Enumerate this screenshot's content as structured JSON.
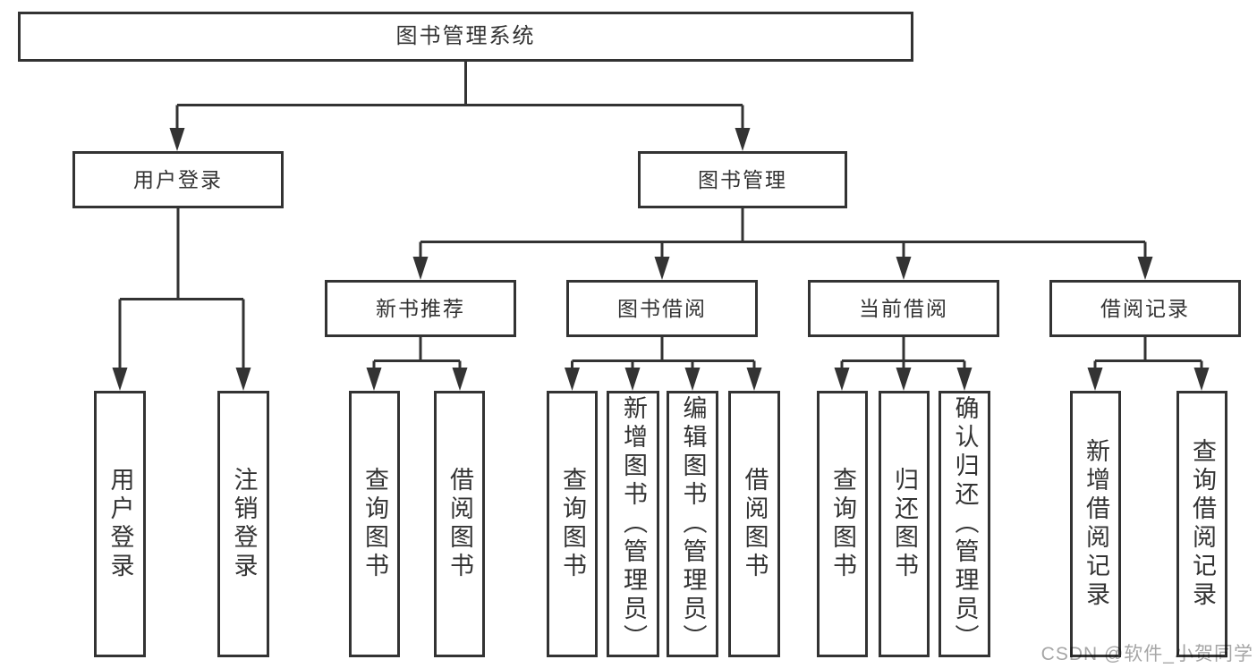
{
  "diagram_title": "图书管理系统",
  "colors": {
    "line": "#333333",
    "text": "#333333",
    "background": "#ffffff",
    "watermark": "#a6a6a6"
  },
  "tree": {
    "root": {
      "label": "图书管理系统",
      "children": [
        {
          "label": "用户登录",
          "children": [
            {
              "label": "用户登录"
            },
            {
              "label": "注销登录"
            }
          ]
        },
        {
          "label": "图书管理",
          "children": [
            {
              "label": "新书推荐",
              "children": [
                {
                  "label": "查询图书"
                },
                {
                  "label": "借阅图书"
                }
              ]
            },
            {
              "label": "图书借阅",
              "children": [
                {
                  "label": "查询图书"
                },
                {
                  "label": "新增图书（管理员）"
                },
                {
                  "label": "编辑图书（管理员）"
                },
                {
                  "label": "借阅图书"
                }
              ]
            },
            {
              "label": "当前借阅",
              "children": [
                {
                  "label": "查询图书"
                },
                {
                  "label": "归还图书"
                },
                {
                  "label": "确认归还（管理员）"
                }
              ]
            },
            {
              "label": "借阅记录",
              "children": [
                {
                  "label": "新增借阅记录"
                },
                {
                  "label": "查询借阅记录"
                }
              ]
            }
          ]
        }
      ]
    }
  },
  "watermark": {
    "text": "CSDN @软件_小贺同学"
  }
}
